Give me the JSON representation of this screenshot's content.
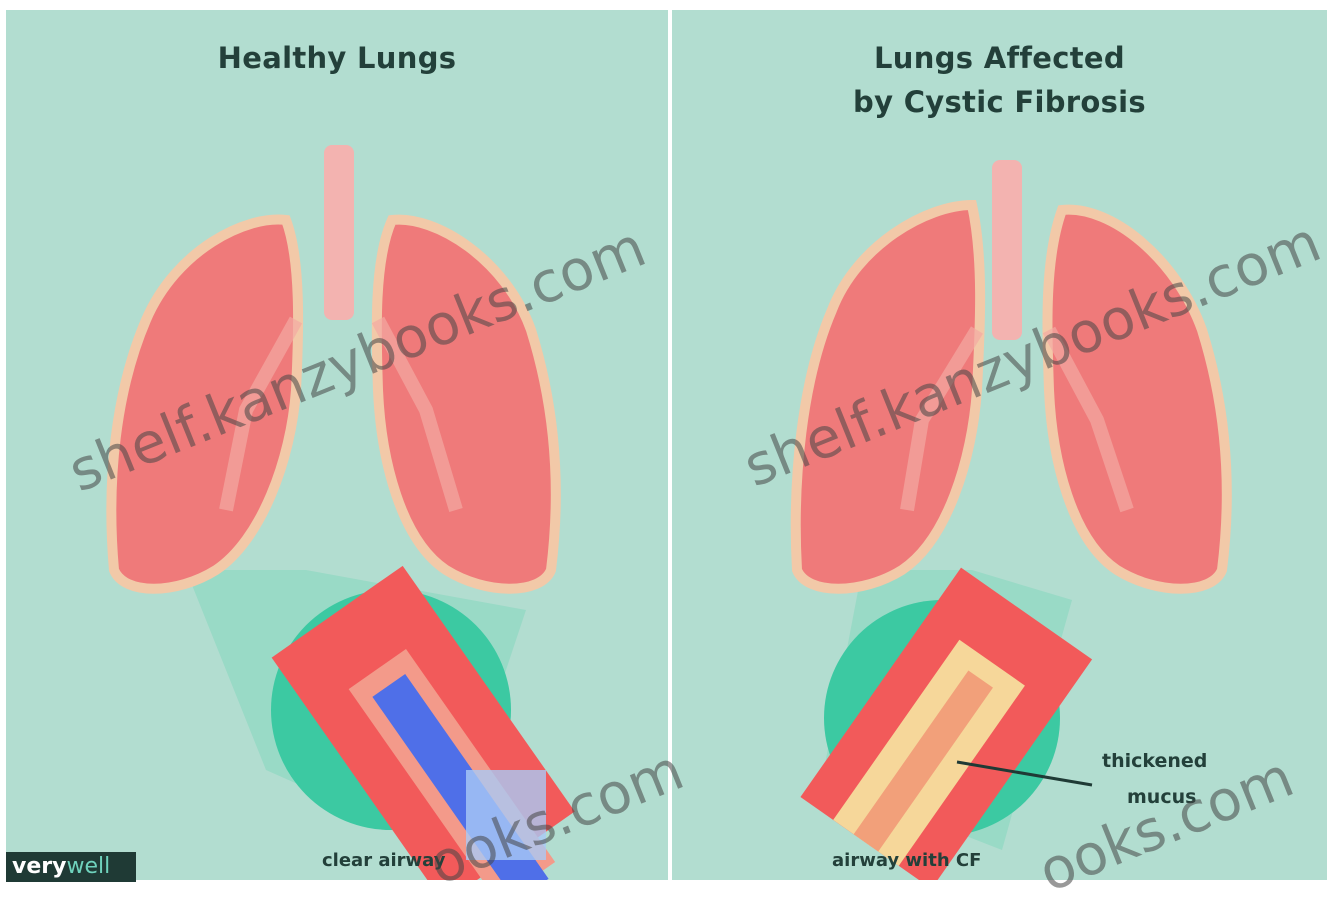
{
  "left_panel": {
    "title": "Healthy Lungs",
    "caption": "clear airway"
  },
  "right_panel": {
    "title_line1": "Lungs Affected",
    "title_line2": "by Cystic Fibrosis",
    "caption": "airway with CF",
    "callout_line1": "thickened",
    "callout_line2": "mucus"
  },
  "watermark": {
    "text": "shelf.kanzybooks.com",
    "fragment": "ooks.com"
  },
  "logo": {
    "part1": "very",
    "part2": "well"
  },
  "colors": {
    "background": "#b2ddd0",
    "lung": "#ef7a7a",
    "lung_outline": "#f2c9a8",
    "trachea": "#f3b3b0",
    "airway_wall": "#f25a5a",
    "airway_lumen": "#4f6fe8",
    "mucus": "#f6d79a",
    "tissue_circle": "#3cc9a2",
    "text": "#23403a"
  }
}
